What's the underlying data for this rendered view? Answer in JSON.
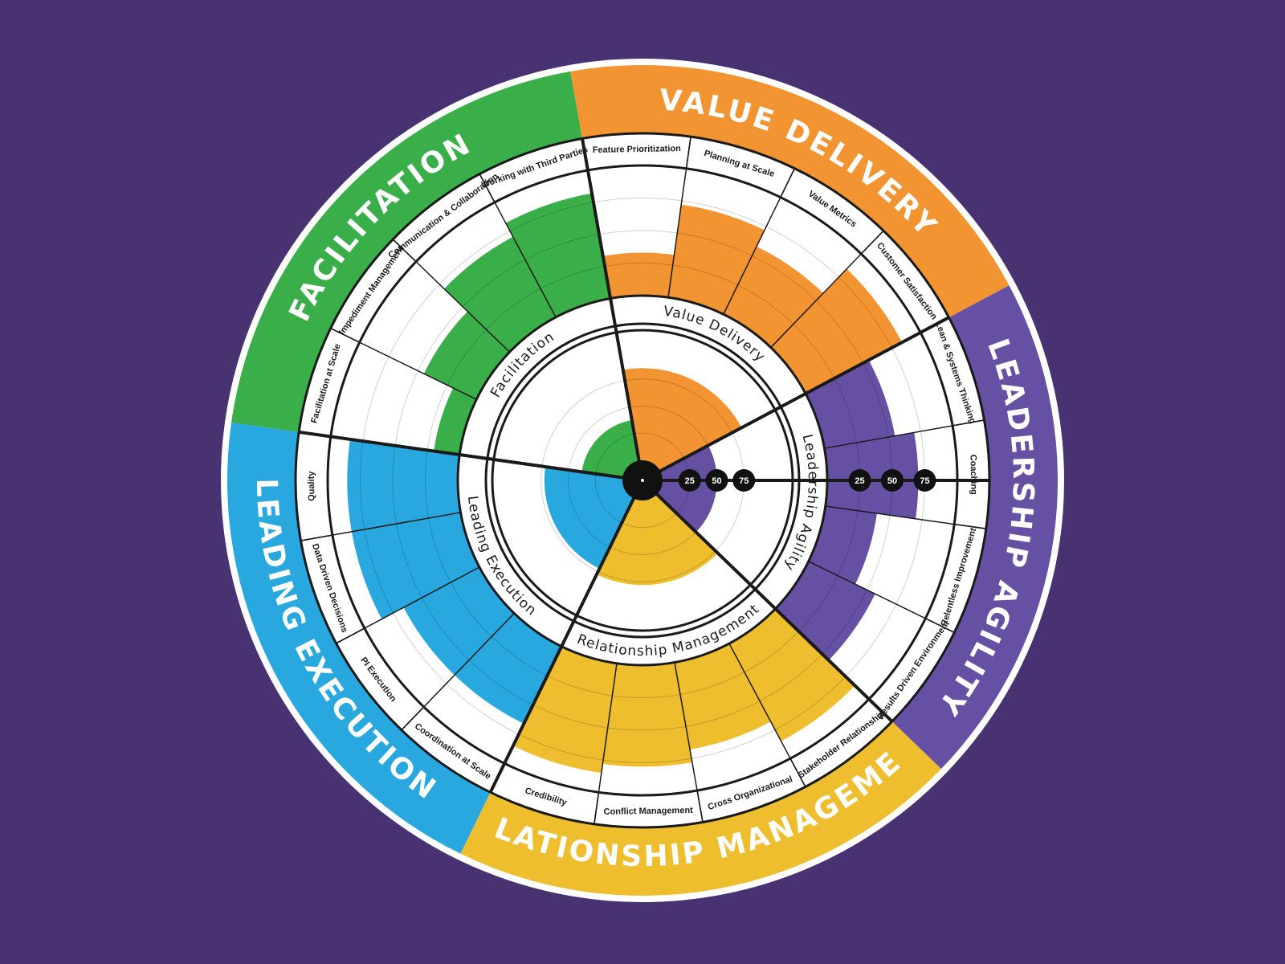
{
  "colors": {
    "background": "#483271",
    "facilitation": "#3AAE49",
    "value_delivery": "#F39433",
    "leadership_agility": "#6650A3",
    "relationship_management": "#EEBE2E",
    "leading_execution": "#28A8DF",
    "line": "#1a1a1a"
  },
  "chart_data": {
    "type": "radial-bar",
    "scale": {
      "min": 0,
      "max": 100,
      "ticks": [
        25,
        50,
        75
      ]
    },
    "tick_labels": [
      "25",
      "50",
      "75"
    ],
    "domains": [
      {
        "key": "facilitation",
        "title": "FACILITATION",
        "inner_title": "Facilitation",
        "inner_value": 38,
        "color": "#3AAE49",
        "competencies": [
          {
            "label": "Facilitation at Scale",
            "value": 20
          },
          {
            "label": "Impediment Management",
            "value": 45
          },
          {
            "label": "Communication & Collaboration",
            "value": 70
          },
          {
            "label": "Working with Third Parties",
            "value": 82
          }
        ]
      },
      {
        "key": "value_delivery",
        "title": "VALUE DELIVERY",
        "inner_title": "Value Delivery",
        "inner_value": 85,
        "color": "#F39433",
        "competencies": [
          {
            "label": "Feature Prioritization",
            "value": 33
          },
          {
            "label": "Planning at Scale",
            "value": 72
          },
          {
            "label": "Value Metrics",
            "value": 58
          },
          {
            "label": "Customer Satisfaction",
            "value": 84
          }
        ]
      },
      {
        "key": "leadership_agility",
        "title": "LEADERSHIP AGILITY",
        "inner_title": "Leadership Agility",
        "inner_value": 50,
        "color": "#6650A3",
        "competencies": [
          {
            "label": "Lean & Systems Thinking",
            "value": 55
          },
          {
            "label": "Coaching",
            "value": 70
          },
          {
            "label": "Relentless Improvement",
            "value": 40
          },
          {
            "label": "Results Driven Environment",
            "value": 57
          }
        ]
      },
      {
        "key": "relationship_management",
        "title": "RELATIONSHIP MANAGEMENT",
        "inner_title": "Relationship Management",
        "inner_value": 78,
        "color": "#EEBE2E",
        "competencies": [
          {
            "label": "Stakeholder Relationship",
            "value": 85
          },
          {
            "label": "Cross Organizational",
            "value": 68
          },
          {
            "label": "Conflict Management",
            "value": 78
          },
          {
            "label": "Credibility",
            "value": 85
          }
        ]
      },
      {
        "key": "leading_execution",
        "title": "LEADING EXECUTION",
        "inner_title": "Leading Execution",
        "inner_value": 72,
        "color": "#28A8DF",
        "competencies": [
          {
            "label": "Coordination at Scale",
            "value": 66
          },
          {
            "label": "PI Execution",
            "value": 66
          },
          {
            "label": "Data Driven Decisions",
            "value": 85
          },
          {
            "label": "Quality",
            "value": 85
          }
        ]
      }
    ]
  }
}
